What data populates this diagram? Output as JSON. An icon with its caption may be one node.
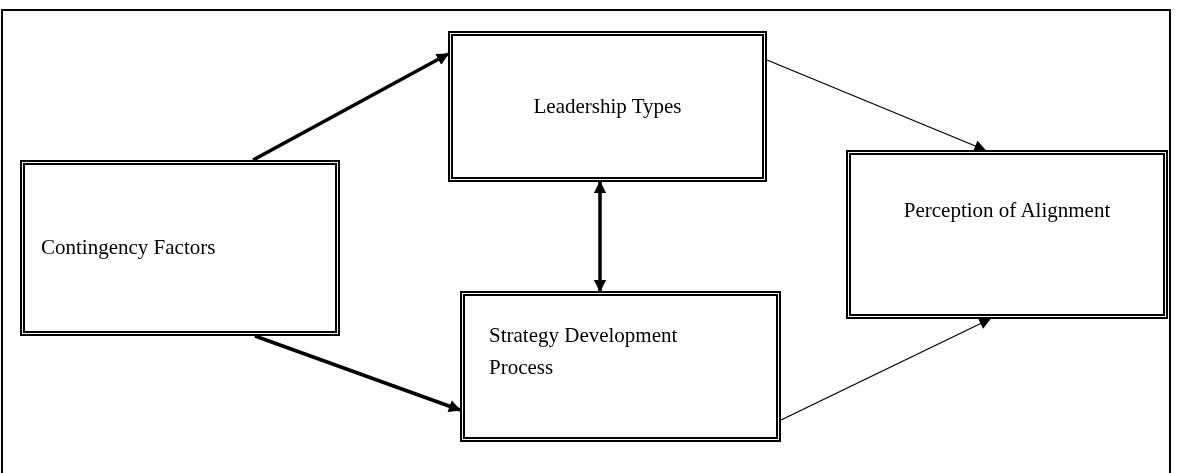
{
  "diagram": {
    "nodes": [
      {
        "text": [
          "Contingency Factors"
        ]
      },
      {
        "text": [
          "Leadership Types"
        ]
      },
      {
        "text": [
          "Strategy Development Process"
        ]
      },
      {
        "text": [
          "Perception of Alignment"
        ]
      }
    ],
    "edges": [
      {
        "from": 0,
        "to": 1,
        "arrow": "to"
      },
      {
        "from": 0,
        "to": 2,
        "arrow": "to"
      },
      {
        "from": 1,
        "to": 2,
        "arrow": "both"
      },
      {
        "from": 1,
        "to": 3,
        "arrow": "to"
      },
      {
        "from": 2,
        "to": 3,
        "arrow": "to"
      }
    ]
  }
}
